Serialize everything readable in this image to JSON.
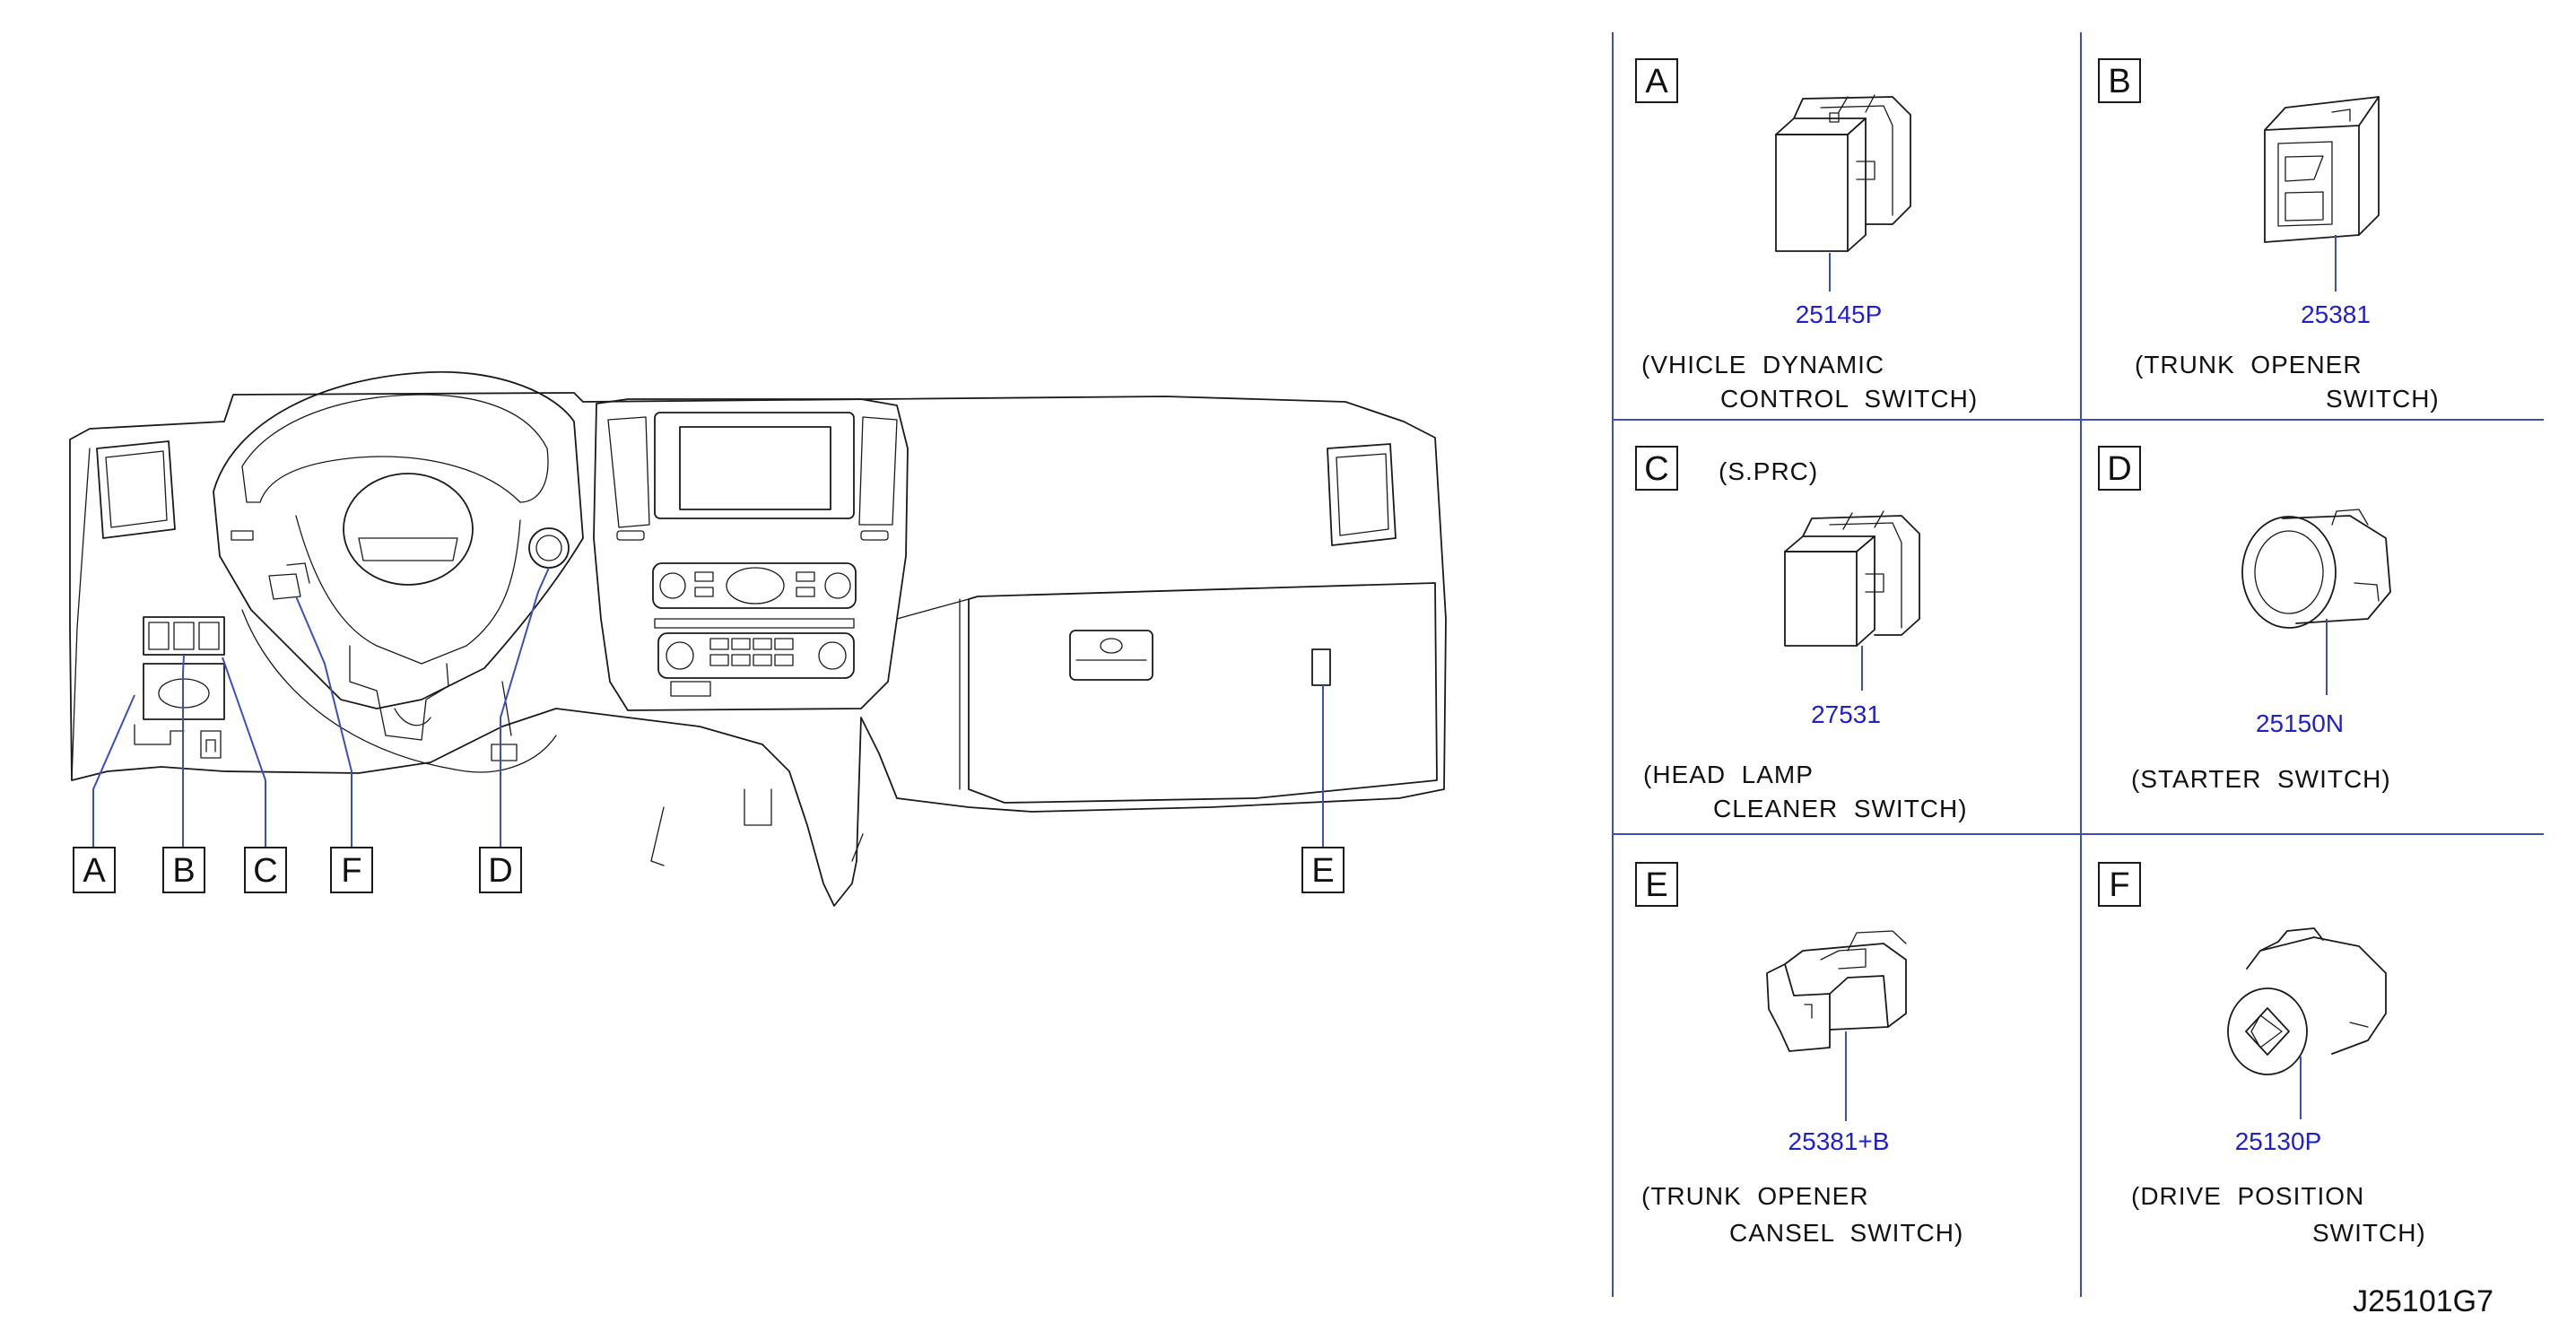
{
  "diagram_code": "J25101G7",
  "callouts": [
    "A",
    "B",
    "C",
    "F",
    "D",
    "E"
  ],
  "panels": [
    {
      "letter": "A",
      "part": "25145P",
      "note": "",
      "desc1": "(VHICLE  DYNAMIC",
      "desc2": "CONTROL  SWITCH)"
    },
    {
      "letter": "B",
      "part": "25381",
      "note": "",
      "desc1": "(TRUNK  OPENER",
      "desc2": "SWITCH)"
    },
    {
      "letter": "C",
      "part": "27531",
      "note": "(S.PRC)",
      "desc1": "(HEAD  LAMP",
      "desc2": "CLEANER  SWITCH)"
    },
    {
      "letter": "D",
      "part": "25150N",
      "note": "",
      "desc1": "(STARTER  SWITCH)",
      "desc2": ""
    },
    {
      "letter": "E",
      "part": "25381+B",
      "note": "",
      "desc1": "(TRUNK  OPENER",
      "desc2": "CANSEL  SWITCH)"
    },
    {
      "letter": "F",
      "part": "25130P",
      "note": "",
      "desc1": "(DRIVE  POSITION",
      "desc2": "SWITCH)"
    }
  ],
  "colors": {
    "part_number": "#1f1fcc",
    "grid": "#3b4fb8",
    "line": "#1a1a1a"
  }
}
